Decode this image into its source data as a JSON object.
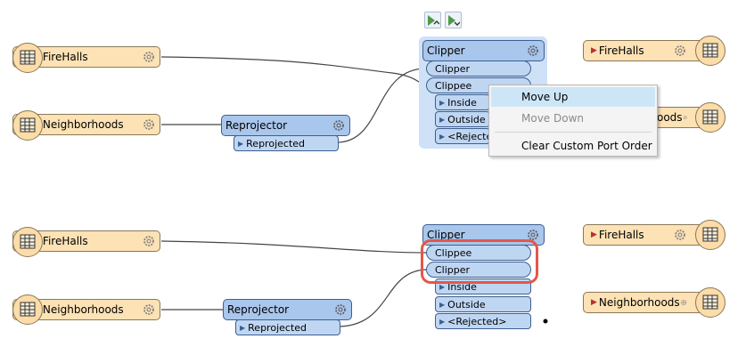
{
  "toolbar": {
    "prev_icon": "port-up-icon",
    "next_icon": "port-down-icon"
  },
  "top_panel": {
    "reader_firehalls": "FireHalls",
    "reader_neighborhoods": "Neighborhoods",
    "reprojector": {
      "title": "Reprojector",
      "out": "Reprojected"
    },
    "clipper": {
      "title": "Clipper",
      "inputs": [
        "Clipper",
        "Clippee"
      ],
      "outputs": [
        "Inside",
        "Outside",
        "<Rejected>"
      ]
    },
    "writer_firehalls": "FireHalls",
    "writer_neighborhoods_partial": "oods"
  },
  "context_menu": {
    "items": [
      {
        "label": "Move Up",
        "state": "highlighted"
      },
      {
        "label": "Move Down",
        "state": "disabled"
      },
      {
        "label": "Clear Custom Port Order",
        "state": "enabled"
      }
    ]
  },
  "bottom_panel": {
    "reader_firehalls": "FireHalls",
    "reader_neighborhoods": "Neighborhoods",
    "reprojector": {
      "title": "Reprojector",
      "out": "Reprojected"
    },
    "clipper": {
      "title": "Clipper",
      "inputs": [
        "Clippee",
        "Clipper"
      ],
      "outputs": [
        "Inside",
        "Outside",
        "<Rejected>"
      ]
    },
    "writer_firehalls": "FireHalls",
    "writer_neighborhoods": "Neighborhoods"
  },
  "colors": {
    "reader": "#fce2b5",
    "transformer": "#a9c6ec",
    "highlight": "#e3574a",
    "menu_highlight": "#cde6f7"
  }
}
